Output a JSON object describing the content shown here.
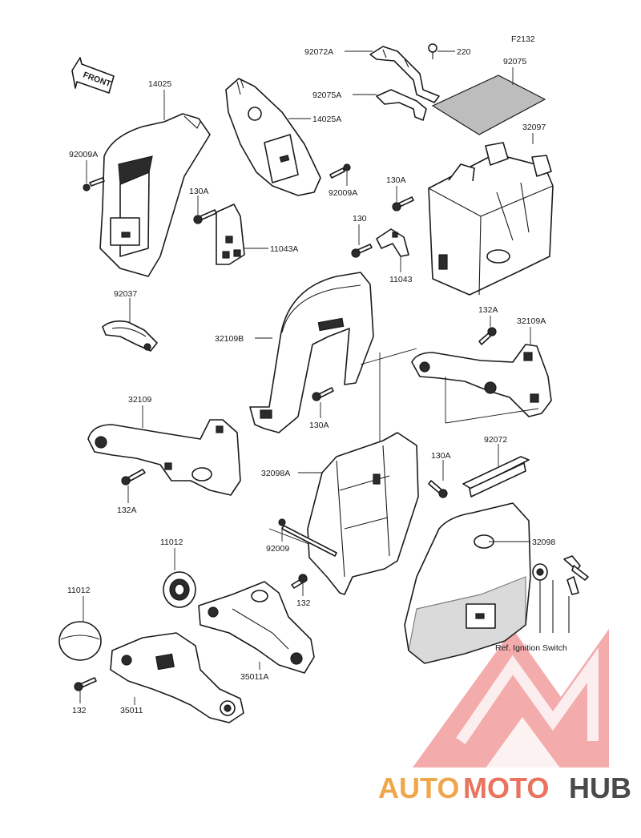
{
  "diagram": {
    "code": "F2132",
    "front_label": "FRONT",
    "ref_note": "Ref. Ignition Switch",
    "watermark": {
      "part1": "AUTO",
      "part2": "MOTO",
      "part3": "HUB",
      "color_auto": "#f0a64a",
      "color_moto": "#e8735f",
      "color_hub": "#4a4a4a",
      "triangle_color": "#e84a4a"
    },
    "labels": {
      "p14025": "14025",
      "p92009A_left": "92009A",
      "p130A_mid": "130A",
      "p11043A": "11043A",
      "p92037": "92037",
      "p14025A": "14025A",
      "p92009A_mid": "92009A",
      "p92072A": "92072A",
      "p220": "220",
      "p92075A": "92075A",
      "p92075": "92075",
      "p32097": "32097",
      "p130A_right": "130A",
      "p130": "130",
      "p11043": "11043",
      "p32109B": "32109B",
      "p130A_lower": "130A",
      "p132A_right": "132A",
      "p32109A": "32109A",
      "p32109": "32109",
      "p132A_left": "132A",
      "p130A_case": "130A",
      "p92072": "92072",
      "p32098A": "32098A",
      "p92009": "92009",
      "p32098": "32098",
      "p11012_a": "11012",
      "p11012_b": "11012",
      "p132_mid": "132",
      "p35011A": "35011A",
      "p132_left": "132",
      "p35011": "35011"
    }
  }
}
